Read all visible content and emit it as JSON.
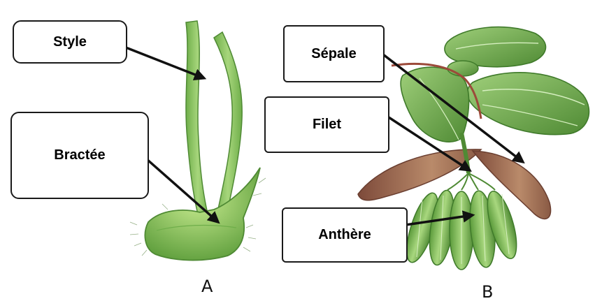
{
  "figure": {
    "panel_a": {
      "caption": "A",
      "labels": {
        "style": "Style",
        "bractee": "Bractée"
      }
    },
    "panel_b": {
      "caption": "B",
      "labels": {
        "sepale": "Sépale",
        "filet": "Filet",
        "anthere": "Anthère"
      }
    }
  },
  "colors": {
    "plant_green": "#8cc460",
    "plant_dark_green": "#4f8a34",
    "leaf_brown": "#9a6a52",
    "stem_red": "#9c4a3a",
    "arrow": "#111111"
  }
}
